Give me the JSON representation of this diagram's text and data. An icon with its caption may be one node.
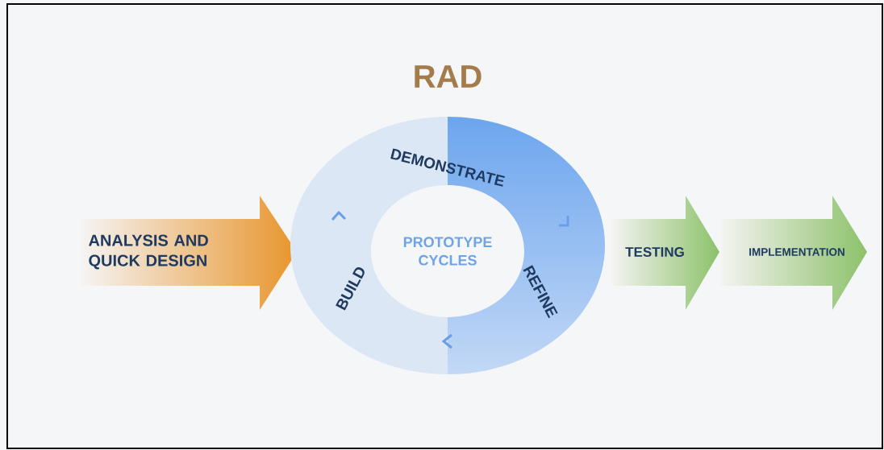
{
  "diagram": {
    "title": "RAD",
    "nodes": [
      {
        "text": [
          "ANALYSIS AND QUICK DESIGN"
        ]
      },
      {
        "text": [
          "DEMONSTRATE",
          "REFINE",
          "BUILD"
        ]
      },
      {
        "text": [
          "PROTOTYPE CYCLES"
        ],
        "in": 1
      },
      {
        "text": [
          "TESTING"
        ]
      },
      {
        "text": [
          "IMPLEMENTATION"
        ]
      }
    ]
  }
}
